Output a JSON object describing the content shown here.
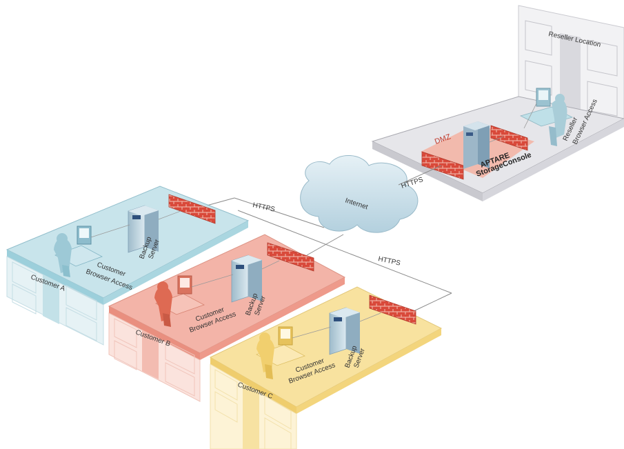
{
  "colors": {
    "customer_a": "#bfe0e8",
    "customer_b": "#f2a89a",
    "customer_c": "#f7dd8f",
    "reseller": "#e4e4e8",
    "dmz": "#f3b5a6",
    "firewall": "#d94a38",
    "cloud": "#c6dde8",
    "server": "#b6cfdb",
    "link": "#8a8a8a"
  },
  "reseller": {
    "location_label": "Reseller Location",
    "dmz_label": "DMZ",
    "console_label_line1": "APTARE",
    "console_label_line2": "StorageConsole",
    "browser_label_line1": "Reseller",
    "browser_label_line2": "Browser Access"
  },
  "internet": {
    "label": "Internet"
  },
  "links": {
    "reseller_https": "HTTPS",
    "customer_a_https": "HTTPS",
    "customer_bc_https": "HTTPS"
  },
  "customers": [
    {
      "name": "Customer A",
      "browser_line1": "Customer",
      "browser_line2": "Browser Access",
      "server_line1": "Backup",
      "server_line2": "Server"
    },
    {
      "name": "Customer B",
      "browser_line1": "Customer",
      "browser_line2": "Browser Access",
      "server_line1": "Backup",
      "server_line2": "Server"
    },
    {
      "name": "Customer C",
      "browser_line1": "Customer",
      "browser_line2": "Browser Access",
      "server_line1": "Backup",
      "server_line2": "Server"
    }
  ]
}
